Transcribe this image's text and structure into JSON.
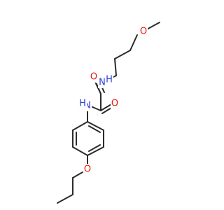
{
  "molecule": {
    "colors": {
      "bond": "#2b2b2b",
      "oxygen": "#e8170f",
      "nitrogen": "#2b3fd6"
    },
    "atoms": [
      {
        "id": "o_methoxy",
        "symbol": "O",
        "element": "oxygen",
        "label": "O"
      },
      {
        "id": "n_amide_top",
        "symbol": "N",
        "element": "nitrogen",
        "label": "H"
      },
      {
        "id": "o_carbonyl_top",
        "symbol": "O",
        "element": "oxygen",
        "label": "O"
      },
      {
        "id": "o_carbonyl_bottom",
        "symbol": "O",
        "element": "oxygen",
        "label": "O"
      },
      {
        "id": "n_amide_bottom",
        "symbol": "N",
        "element": "nitrogen",
        "label": "H"
      },
      {
        "id": "o_ether",
        "symbol": "O",
        "element": "oxygen",
        "label": "O"
      }
    ]
  }
}
